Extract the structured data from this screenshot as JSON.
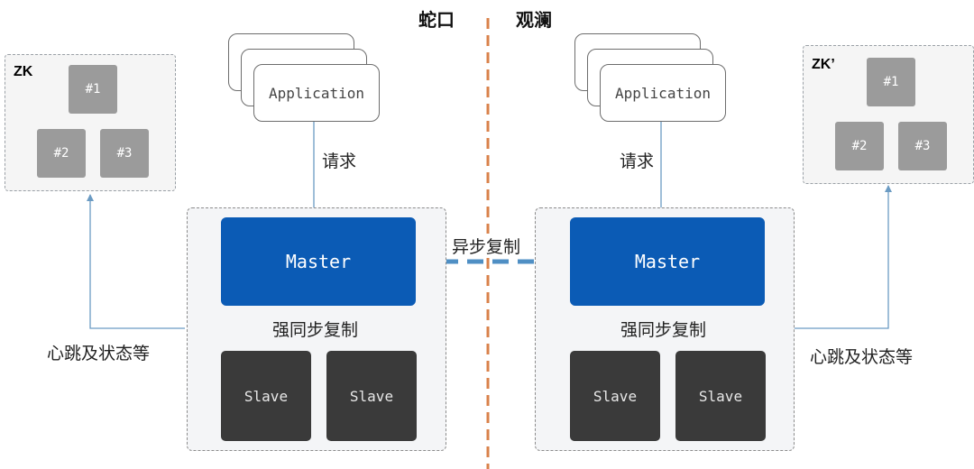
{
  "regions": {
    "left": "蛇口",
    "right": "观澜"
  },
  "left_site": {
    "zk": {
      "title": "ZK",
      "nodes": [
        "#1",
        "#2",
        "#3"
      ]
    },
    "application": "Application",
    "request": "请求",
    "master": "Master",
    "sync_label": "强同步复制",
    "slaves": [
      "Slave",
      "Slave"
    ],
    "heartbeat": "心跳及状态等"
  },
  "right_site": {
    "zk": {
      "title": "ZK’",
      "nodes": [
        "#1",
        "#2",
        "#3"
      ]
    },
    "application": "Application",
    "request": "请求",
    "master": "Master",
    "sync_label": "强同步复制",
    "slaves": [
      "Slave",
      "Slave"
    ],
    "heartbeat": "心跳及状态等"
  },
  "async_label": "异步复制",
  "colors": {
    "master": "#0b5bb5",
    "slave": "#3a3a3a",
    "zk_node": "#9b9b9b",
    "divider": "#d9814a",
    "connector": "#6b9bc3"
  }
}
